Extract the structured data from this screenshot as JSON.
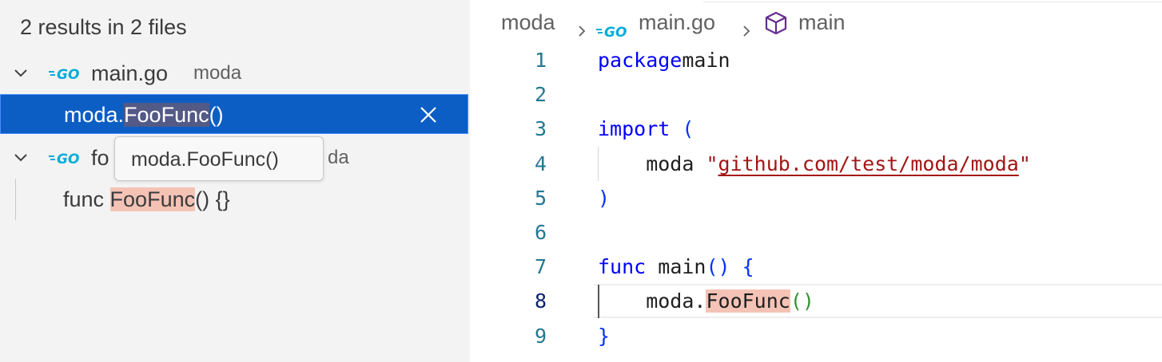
{
  "references": {
    "summary": "2 results in 2 files",
    "files": [
      {
        "name": "main.go",
        "description": "moda",
        "icon": "go-file-icon"
      },
      {
        "name": "fo",
        "description": "da",
        "icon": "go-file-icon"
      }
    ],
    "results": [
      {
        "prefix": "moda.",
        "match": "FooFunc",
        "suffix": "()",
        "selected": true
      },
      {
        "prefix": "func ",
        "match": "FooFunc",
        "suffix": "() {}",
        "selected": false
      }
    ],
    "tooltip": "moda.FooFunc()"
  },
  "breadcrumbs": {
    "folder": "moda",
    "file": "main.go",
    "symbol": "main"
  },
  "editor": {
    "current_line": 8,
    "lines": [
      {
        "n": "1",
        "tokens": [
          [
            "kw",
            "package"
          ],
          [
            "",
            "main"
          ]
        ]
      },
      {
        "n": "2",
        "tokens": []
      },
      {
        "n": "3",
        "tokens": [
          [
            "kw",
            "import"
          ],
          [
            "",
            " "
          ],
          [
            "br",
            "("
          ]
        ]
      },
      {
        "n": "4",
        "tokens": [
          [
            "",
            "    moda "
          ],
          [
            "str",
            "\""
          ],
          [
            "strurl",
            "github.com/test/moda/moda"
          ],
          [
            "str",
            "\""
          ]
        ]
      },
      {
        "n": "5",
        "tokens": [
          [
            "br",
            ")"
          ]
        ]
      },
      {
        "n": "6",
        "tokens": []
      },
      {
        "n": "7",
        "tokens": [
          [
            "kw",
            "func"
          ],
          [
            "",
            " main"
          ],
          [
            "br",
            "()"
          ],
          [
            "",
            " "
          ],
          [
            "br",
            "{"
          ]
        ]
      },
      {
        "n": "8",
        "tokens": [
          [
            "",
            "    moda."
          ],
          [
            "refhl",
            "FooFunc"
          ],
          [
            "br2",
            "()"
          ]
        ]
      },
      {
        "n": "9",
        "tokens": [
          [
            "br",
            "}"
          ]
        ]
      }
    ]
  },
  "colors": {
    "selection": "#0d5ec4",
    "match_highlight": "#f4c3b5",
    "keyword": "#0000ff",
    "string": "#a31515",
    "line_number": "#237893"
  }
}
